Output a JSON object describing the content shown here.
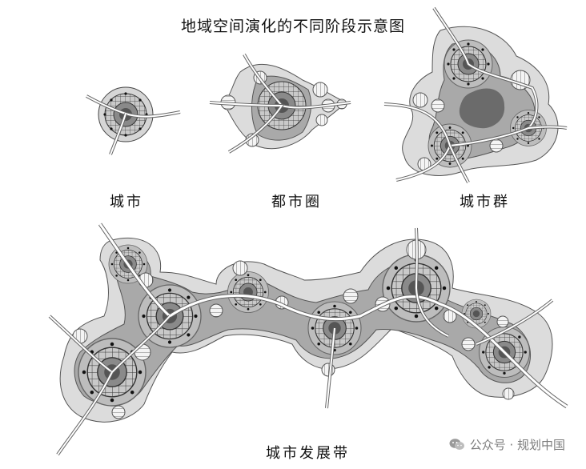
{
  "title": "地域空间演化的不同阶段示意图",
  "stages": [
    {
      "key": "city",
      "label": "城市"
    },
    {
      "key": "metropolitan_area",
      "label": "都市圈"
    },
    {
      "key": "urban_agglomeration",
      "label": "城市群"
    },
    {
      "key": "urban_belt",
      "label": "城市发展带"
    }
  ],
  "watermark": {
    "text": "公众号 · 规划中国",
    "icon": "wechat-icon"
  },
  "colors": {
    "outer_halo": "#dcdcdc",
    "region": "#a9a9a9",
    "core_ring": "#9a9a9a",
    "core": "#5c5c5c",
    "lake": "#6b6b6b",
    "grid": "#222222",
    "road": "#ffffff"
  }
}
